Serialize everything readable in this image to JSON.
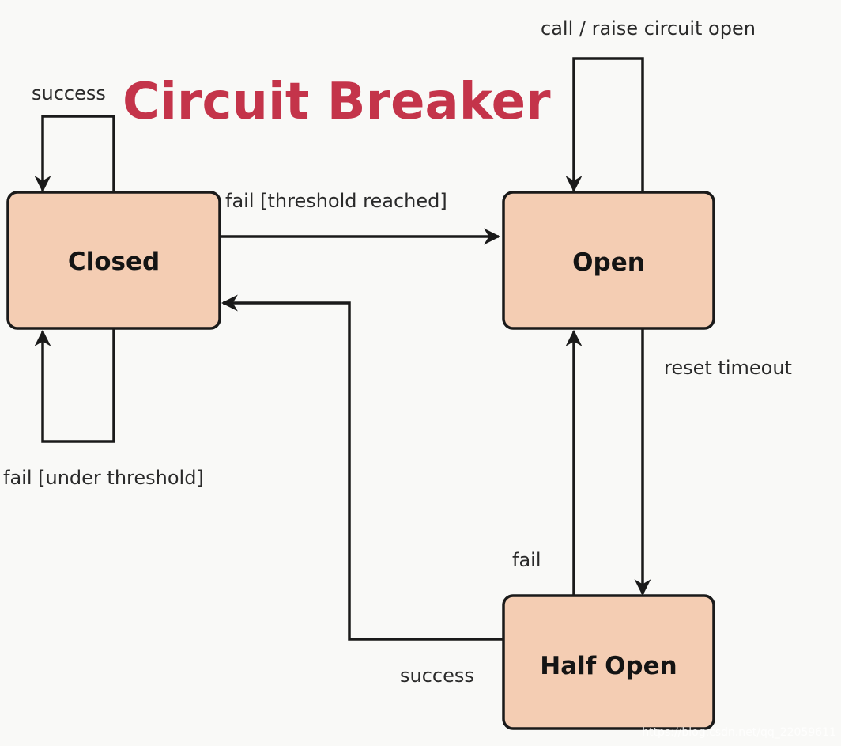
{
  "title": "Circuit Breaker",
  "states": {
    "closed": "Closed",
    "open": "Open",
    "half_open": "Half Open"
  },
  "transitions": {
    "closed_success": "success",
    "closed_fail_under": "fail [under threshold]",
    "closed_to_open": "fail [threshold reached]",
    "open_call": "call / raise circuit open",
    "open_to_half": "reset timeout",
    "half_to_open": "fail",
    "half_to_closed": "success"
  },
  "watermark": "https://blog.csdn.net/qq_22059611",
  "colors": {
    "title": "#c4344a",
    "state_fill": "#f4cdb3",
    "stroke": "#1a1a1a"
  }
}
